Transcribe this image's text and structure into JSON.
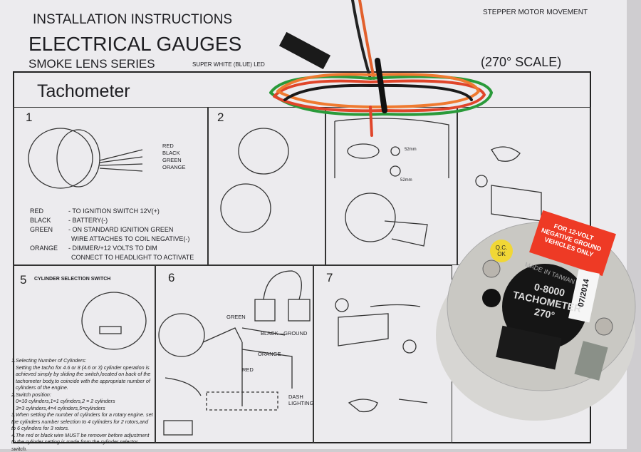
{
  "header": {
    "line1": "INSTALLATION INSTRUCTIONS",
    "line2": "ELECTRICAL GAUGES",
    "line3": "SMOKE LENS SERIES",
    "line3_sub": "SUPER WHITE (BLUE) LED",
    "top_right": "STEPPER MOTOR MOVEMENT",
    "scale": "(270°  SCALE)"
  },
  "section_title": "Tachometer",
  "panels": {
    "p1": {
      "number": "1",
      "wires": [
        "RED",
        "BLACK",
        "GREEN",
        "ORANGE"
      ]
    },
    "p2": {
      "number": "2"
    },
    "p3": {
      "dim1": "52mm",
      "dim2": "52mm"
    },
    "p5": {
      "number": "5",
      "title": "CYLINDER SELECTION SWITCH",
      "notes": [
        "1.Selecting Number of Cylinders:",
        "Setting the tacho for 4.6 or 8 (4.6 or 3) cylinder operation is achieved simply by sliding the switch,located on back of the tachometer body,to coincide with the appropriate number of cylinders of the engine.",
        "2.Switch position:",
        "0=10 cylinders,1=1 cylinders,2 = 2 cylinders",
        "3=3 cylinders,4=4 cylinders,5=cylinders",
        "3.When setting the number of cylinders for a rotary engine. set the cylinders number selection to 4 cylinders for 2 rotors,and to 6 cylinders for 3 rotors.",
        "4.The red or black wire MUST be remover before adjustment to the cylinder setting is made from the cylinder selector switch."
      ]
    },
    "p6": {
      "number": "6",
      "green": "GREEN",
      "black": "BLACK—GROUND",
      "orange": "ORANGE",
      "red": "RED",
      "dash": "DASH",
      "lighting": "LIGHTING"
    },
    "p7": {
      "number": "7"
    }
  },
  "wire_legend": [
    {
      "color": "RED",
      "desc": "- TO  IGNITION SWITCH 12V(+)"
    },
    {
      "color": "BLACK",
      "desc": "- BATTERY(-)"
    },
    {
      "color": "GREEN",
      "desc": "- ON STANDARD IGNITION GREEN"
    },
    {
      "color": "",
      "desc": "WIRE ATTACHES TO COIL NEGATIVE(-)"
    },
    {
      "color": "ORANGE",
      "desc": "- DIMMER/+12 VOLTS TO DIM"
    },
    {
      "color": "",
      "desc": "CONNECT TO HEADLIGHT TO ACTIVATE"
    }
  ],
  "gauge": {
    "qc1": "Q.C.",
    "qc2": "OK",
    "warning": [
      "FOR 12-VOLT",
      "NEGATIVE GROUND",
      "VEHICLES ONLY"
    ],
    "made": "MADE IN TAIWAN",
    "range": "0-8000",
    "name": "TACHOMETER",
    "degrees": "270°",
    "date": "07/2014"
  }
}
